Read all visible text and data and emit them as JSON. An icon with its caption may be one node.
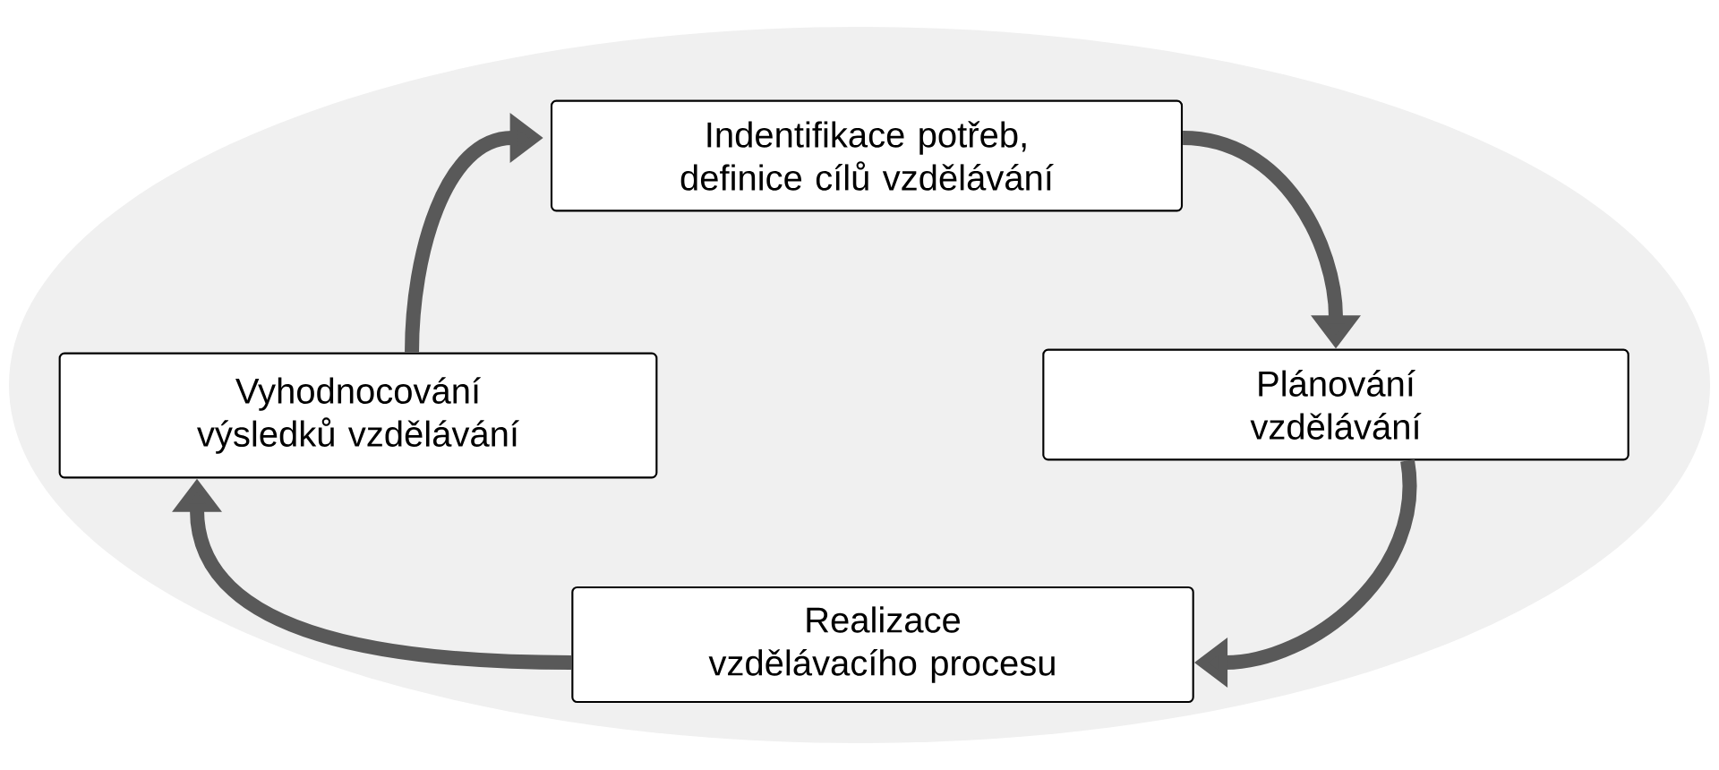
{
  "diagram": {
    "nodes": [
      {
        "text": [
          "Indentifikace potřeb, definice cílů vzdělávání"
        ]
      },
      {
        "text": [
          "Plánování vzdělávání"
        ]
      },
      {
        "text": [
          "Realizace vzdělávacího procesu"
        ]
      },
      {
        "text": [
          "Vyhodnocování výsledků vzdělávání"
        ]
      }
    ],
    "edges": [
      {
        "from": 0,
        "to": 1,
        "arrow": "to"
      },
      {
        "from": 1,
        "to": 2,
        "arrow": "to"
      },
      {
        "from": 2,
        "to": 3,
        "arrow": "to"
      },
      {
        "from": 3,
        "to": 0,
        "arrow": "to"
      }
    ]
  }
}
